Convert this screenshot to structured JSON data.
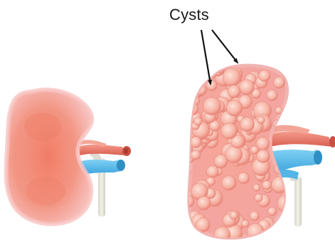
{
  "annotation": {
    "label": "Cysts"
  },
  "figures": [
    {
      "name": "healthy-kidney",
      "icon": "kidney-icon"
    },
    {
      "name": "polycystic-kidney",
      "icon": "cystic-kidney-icon"
    }
  ],
  "colors": {
    "kidney_outer": "#f4a3a0",
    "kidney_inner": "#f28c84",
    "artery": "#e8776a",
    "vein": "#4fb7e8",
    "ureter": "#e9e7dc",
    "cyst_fill": "#f6b6a8",
    "cyst_edge": "#e98676"
  }
}
